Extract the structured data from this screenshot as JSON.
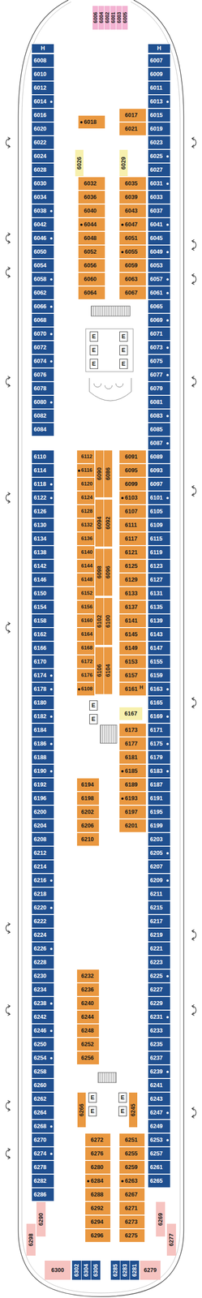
{
  "diagram": {
    "nodes": [
      {
        "text": [
          "6006"
        ]
      },
      {
        "text": [
          "6004"
        ]
      },
      {
        "text": [
          "6002"
        ]
      },
      {
        "text": [
          "6001"
        ]
      },
      {
        "text": [
          "6003"
        ]
      },
      {
        "text": [
          "6005"
        ]
      },
      {
        "text": [
          "H"
        ]
      },
      {
        "text": [
          "H"
        ]
      },
      {
        "text": [
          "6008"
        ]
      },
      {
        "text": [
          "6010"
        ]
      },
      {
        "text": [
          "6012"
        ]
      },
      {
        "text": [
          "6014"
        ]
      },
      {
        "text": [
          "6016"
        ]
      },
      {
        "text": [
          "6020"
        ]
      },
      {
        "text": [
          "6022"
        ]
      },
      {
        "text": [
          "6024"
        ]
      },
      {
        "text": [
          "6028"
        ]
      },
      {
        "text": [
          "6030"
        ]
      },
      {
        "text": [
          "6034"
        ]
      },
      {
        "text": [
          "6038"
        ]
      },
      {
        "text": [
          "6042"
        ]
      },
      {
        "text": [
          "6046"
        ]
      },
      {
        "text": [
          "6050"
        ]
      },
      {
        "text": [
          "6054"
        ]
      },
      {
        "text": [
          "6058"
        ]
      },
      {
        "text": [
          "6062"
        ]
      },
      {
        "text": [
          "6066"
        ]
      },
      {
        "text": [
          "6068"
        ]
      },
      {
        "text": [
          "6070"
        ]
      },
      {
        "text": [
          "6072"
        ]
      },
      {
        "text": [
          "6074"
        ]
      },
      {
        "text": [
          "6076"
        ]
      },
      {
        "text": [
          "6078"
        ]
      },
      {
        "text": [
          "6080"
        ]
      },
      {
        "text": [
          "6082"
        ]
      },
      {
        "text": [
          "6084"
        ]
      },
      {
        "text": [
          "6007"
        ]
      },
      {
        "text": [
          "6009"
        ]
      },
      {
        "text": [
          "6011"
        ]
      },
      {
        "text": [
          "6013"
        ]
      },
      {
        "text": [
          "6015"
        ]
      },
      {
        "text": [
          "6019"
        ]
      },
      {
        "text": [
          "6023"
        ]
      },
      {
        "text": [
          "6025"
        ]
      },
      {
        "text": [
          "6027"
        ]
      },
      {
        "text": [
          "6031"
        ]
      },
      {
        "text": [
          "6033"
        ]
      },
      {
        "text": [
          "6037"
        ]
      },
      {
        "text": [
          "6041"
        ]
      },
      {
        "text": [
          "6045"
        ]
      },
      {
        "text": [
          "6049"
        ]
      },
      {
        "text": [
          "6053"
        ]
      },
      {
        "text": [
          "6057"
        ]
      },
      {
        "text": [
          "6061"
        ]
      },
      {
        "text": [
          "6065"
        ]
      },
      {
        "text": [
          "6069"
        ]
      },
      {
        "text": [
          "6071"
        ]
      },
      {
        "text": [
          "6073"
        ]
      },
      {
        "text": [
          "6075"
        ]
      },
      {
        "text": [
          "6077"
        ]
      },
      {
        "text": [
          "6079"
        ]
      },
      {
        "text": [
          "6081"
        ]
      },
      {
        "text": [
          "6083"
        ]
      },
      {
        "text": [
          "6085"
        ]
      },
      {
        "text": [
          "6087"
        ]
      },
      {
        "text": [
          "6018"
        ]
      },
      {
        "text": [
          "6017"
        ]
      },
      {
        "text": [
          "6021"
        ]
      },
      {
        "text": [
          "6026"
        ]
      },
      {
        "text": [
          "6029"
        ]
      },
      {
        "text": [
          "6032"
        ]
      },
      {
        "text": [
          "6036"
        ]
      },
      {
        "text": [
          "6040"
        ]
      },
      {
        "text": [
          "6044"
        ]
      },
      {
        "text": [
          "6048"
        ]
      },
      {
        "text": [
          "6052"
        ]
      },
      {
        "text": [
          "6056"
        ]
      },
      {
        "text": [
          "6060"
        ]
      },
      {
        "text": [
          "6064"
        ]
      },
      {
        "text": [
          "6035"
        ]
      },
      {
        "text": [
          "6039"
        ]
      },
      {
        "text": [
          "6043"
        ]
      },
      {
        "text": [
          "6047"
        ]
      },
      {
        "text": [
          "6051"
        ]
      },
      {
        "text": [
          "6055"
        ]
      },
      {
        "text": [
          "6059"
        ]
      },
      {
        "text": [
          "6063"
        ]
      },
      {
        "text": [
          "6067"
        ]
      },
      {
        "text": [
          "E"
        ]
      },
      {
        "text": [
          "E"
        ]
      },
      {
        "text": [
          "E"
        ]
      },
      {
        "text": [
          "E"
        ]
      },
      {
        "text": [
          "E"
        ]
      },
      {
        "text": [
          "E"
        ]
      },
      {
        "text": [
          "6110"
        ]
      },
      {
        "text": [
          "6114"
        ]
      },
      {
        "text": [
          "6118"
        ]
      },
      {
        "text": [
          "6122"
        ]
      },
      {
        "text": [
          "6126"
        ]
      },
      {
        "text": [
          "6130"
        ]
      },
      {
        "text": [
          "6134"
        ]
      },
      {
        "text": [
          "6138"
        ]
      },
      {
        "text": [
          "6142"
        ]
      },
      {
        "text": [
          "6146"
        ]
      },
      {
        "text": [
          "6150"
        ]
      },
      {
        "text": [
          "6154"
        ]
      },
      {
        "text": [
          "6158"
        ]
      },
      {
        "text": [
          "6162"
        ]
      },
      {
        "text": [
          "6166"
        ]
      },
      {
        "text": [
          "6170"
        ]
      },
      {
        "text": [
          "6174"
        ]
      },
      {
        "text": [
          "6178"
        ]
      },
      {
        "text": [
          "6180"
        ]
      },
      {
        "text": [
          "6182"
        ]
      },
      {
        "text": [
          "6184"
        ]
      },
      {
        "text": [
          "6186"
        ]
      },
      {
        "text": [
          "6188"
        ]
      },
      {
        "text": [
          "6190"
        ]
      },
      {
        "text": [
          "6192"
        ]
      },
      {
        "text": [
          "6196"
        ]
      },
      {
        "text": [
          "6200"
        ]
      },
      {
        "text": [
          "6204"
        ]
      },
      {
        "text": [
          "6208"
        ]
      },
      {
        "text": [
          "6212"
        ]
      },
      {
        "text": [
          "6214"
        ]
      },
      {
        "text": [
          "6216"
        ]
      },
      {
        "text": [
          "6218"
        ]
      },
      {
        "text": [
          "6220"
        ]
      },
      {
        "text": [
          "6222"
        ]
      },
      {
        "text": [
          "6224"
        ]
      },
      {
        "text": [
          "6226"
        ]
      },
      {
        "text": [
          "6228"
        ]
      },
      {
        "text": [
          "6230"
        ]
      },
      {
        "text": [
          "6234"
        ]
      },
      {
        "text": [
          "6238"
        ]
      },
      {
        "text": [
          "6242"
        ]
      },
      {
        "text": [
          "6246"
        ]
      },
      {
        "text": [
          "6250"
        ]
      },
      {
        "text": [
          "6254"
        ]
      },
      {
        "text": [
          "6258"
        ]
      },
      {
        "text": [
          "6260"
        ]
      },
      {
        "text": [
          "6262"
        ]
      },
      {
        "text": [
          "6264"
        ]
      },
      {
        "text": [
          "6268"
        ]
      },
      {
        "text": [
          "6270"
        ]
      },
      {
        "text": [
          "6274"
        ]
      },
      {
        "text": [
          "6278"
        ]
      },
      {
        "text": [
          "6282"
        ]
      },
      {
        "text": [
          "6286"
        ]
      },
      {
        "text": [
          "6089"
        ]
      },
      {
        "text": [
          "6093"
        ]
      },
      {
        "text": [
          "6097"
        ]
      },
      {
        "text": [
          "6101"
        ]
      },
      {
        "text": [
          "6105"
        ]
      },
      {
        "text": [
          "6109"
        ]
      },
      {
        "text": [
          "6115"
        ]
      },
      {
        "text": [
          "6119"
        ]
      },
      {
        "text": [
          "6123"
        ]
      },
      {
        "text": [
          "6127"
        ]
      },
      {
        "text": [
          "6131"
        ]
      },
      {
        "text": [
          "6135"
        ]
      },
      {
        "text": [
          "6139"
        ]
      },
      {
        "text": [
          "6143"
        ]
      },
      {
        "text": [
          "6147"
        ]
      },
      {
        "text": [
          "6155"
        ]
      },
      {
        "text": [
          "6159"
        ]
      },
      {
        "text": [
          "6163"
        ]
      },
      {
        "text": [
          "6165"
        ]
      },
      {
        "text": [
          "6169"
        ]
      },
      {
        "text": [
          "6171"
        ]
      },
      {
        "text": [
          "6175"
        ]
      },
      {
        "text": [
          "6179"
        ]
      },
      {
        "text": [
          "6183"
        ]
      },
      {
        "text": [
          "6187"
        ]
      },
      {
        "text": [
          "6191"
        ]
      },
      {
        "text": [
          "6195"
        ]
      },
      {
        "text": [
          "6199"
        ]
      },
      {
        "text": [
          "6203"
        ]
      },
      {
        "text": [
          "6205"
        ]
      },
      {
        "text": [
          "6207"
        ]
      },
      {
        "text": [
          "6209"
        ]
      },
      {
        "text": [
          "6211"
        ]
      },
      {
        "text": [
          "6215"
        ]
      },
      {
        "text": [
          "6217"
        ]
      },
      {
        "text": [
          "6219"
        ]
      },
      {
        "text": [
          "6221"
        ]
      },
      {
        "text": [
          "6223"
        ]
      },
      {
        "text": [
          "6225"
        ]
      },
      {
        "text": [
          "6227"
        ]
      },
      {
        "text": [
          "6229"
        ]
      },
      {
        "text": [
          "6231"
        ]
      },
      {
        "text": [
          "6233"
        ]
      },
      {
        "text": [
          "6235"
        ]
      },
      {
        "text": [
          "6237"
        ]
      },
      {
        "text": [
          "6239"
        ]
      },
      {
        "text": [
          "6241"
        ]
      },
      {
        "text": [
          "6243"
        ]
      },
      {
        "text": [
          "6247"
        ]
      },
      {
        "text": [
          "6249"
        ]
      },
      {
        "text": [
          "6253"
        ]
      },
      {
        "text": [
          "6257"
        ]
      },
      {
        "text": [
          "6261"
        ]
      },
      {
        "text": [
          "6265"
        ]
      },
      {
        "text": [
          "6112"
        ]
      },
      {
        "text": [
          "6116"
        ]
      },
      {
        "text": [
          "6120"
        ]
      },
      {
        "text": [
          "6124"
        ]
      },
      {
        "text": [
          "6128"
        ]
      },
      {
        "text": [
          "6132"
        ]
      },
      {
        "text": [
          "6136"
        ]
      },
      {
        "text": [
          "6140"
        ]
      },
      {
        "text": [
          "6144"
        ]
      },
      {
        "text": [
          "6148"
        ]
      },
      {
        "text": [
          "6152"
        ]
      },
      {
        "text": [
          "6156"
        ]
      },
      {
        "text": [
          "6160"
        ]
      },
      {
        "text": [
          "6164"
        ]
      },
      {
        "text": [
          "6168"
        ]
      },
      {
        "text": [
          "6172"
        ]
      },
      {
        "text": [
          "6176"
        ]
      },
      {
        "text": [
          "6108"
        ]
      },
      {
        "text": [
          "6090"
        ]
      },
      {
        "text": [
          "6086"
        ]
      },
      {
        "text": [
          "6094"
        ]
      },
      {
        "text": [
          "6092"
        ]
      },
      {
        "text": [
          "6098"
        ]
      },
      {
        "text": [
          "6096"
        ]
      },
      {
        "text": [
          "6102"
        ]
      },
      {
        "text": [
          "6100"
        ]
      },
      {
        "text": [
          "6106"
        ]
      },
      {
        "text": [
          "6104"
        ]
      },
      {
        "text": [
          "6091"
        ]
      },
      {
        "text": [
          "6095"
        ]
      },
      {
        "text": [
          "6099"
        ]
      },
      {
        "text": [
          "6103"
        ]
      },
      {
        "text": [
          "6107"
        ]
      },
      {
        "text": [
          "6111"
        ]
      },
      {
        "text": [
          "6117"
        ]
      },
      {
        "text": [
          "6121"
        ]
      },
      {
        "text": [
          "6125"
        ]
      },
      {
        "text": [
          "6129"
        ]
      },
      {
        "text": [
          "6133"
        ]
      },
      {
        "text": [
          "6137"
        ]
      },
      {
        "text": [
          "6141"
        ]
      },
      {
        "text": [
          "6145"
        ]
      },
      {
        "text": [
          "6149"
        ]
      },
      {
        "text": [
          "6153"
        ]
      },
      {
        "text": [
          "6157"
        ]
      },
      {
        "text": [
          "6161"
        ]
      },
      {
        "text": [
          "E"
        ]
      },
      {
        "text": [
          "E"
        ]
      },
      {
        "text": [
          "6167"
        ]
      },
      {
        "text": [
          "6173"
        ]
      },
      {
        "text": [
          "6177"
        ]
      },
      {
        "text": [
          "6181"
        ]
      },
      {
        "text": [
          "6185"
        ]
      },
      {
        "text": [
          "6189"
        ]
      },
      {
        "text": [
          "6193"
        ]
      },
      {
        "text": [
          "6197"
        ]
      },
      {
        "text": [
          "6201"
        ]
      },
      {
        "text": [
          "6194"
        ]
      },
      {
        "text": [
          "6198"
        ]
      },
      {
        "text": [
          "6202"
        ]
      },
      {
        "text": [
          "6206"
        ]
      },
      {
        "text": [
          "6210"
        ]
      },
      {
        "text": [
          "6232"
        ]
      },
      {
        "text": [
          "6236"
        ]
      },
      {
        "text": [
          "6240"
        ]
      },
      {
        "text": [
          "6244"
        ]
      },
      {
        "text": [
          "6248"
        ]
      },
      {
        "text": [
          "6252"
        ]
      },
      {
        "text": [
          "6256"
        ]
      },
      {
        "text": [
          "6266"
        ]
      },
      {
        "text": [
          "E"
        ]
      },
      {
        "text": [
          "E"
        ]
      },
      {
        "text": [
          "E"
        ]
      },
      {
        "text": [
          "E"
        ]
      },
      {
        "text": [
          "6245"
        ]
      },
      {
        "text": [
          "6272"
        ]
      },
      {
        "text": [
          "6276"
        ]
      },
      {
        "text": [
          "6280"
        ]
      },
      {
        "text": [
          "6284"
        ]
      },
      {
        "text": [
          "6288"
        ]
      },
      {
        "text": [
          "6292"
        ]
      },
      {
        "text": [
          "6294"
        ]
      },
      {
        "text": [
          "6296"
        ]
      },
      {
        "text": [
          "6251"
        ]
      },
      {
        "text": [
          "6255"
        ]
      },
      {
        "text": [
          "6259"
        ]
      },
      {
        "text": [
          "6263"
        ]
      },
      {
        "text": [
          "6267"
        ]
      },
      {
        "text": [
          "6271"
        ]
      },
      {
        "text": [
          "6273"
        ]
      },
      {
        "text": [
          "6275"
        ]
      },
      {
        "text": [
          "6290"
        ]
      },
      {
        "text": [
          "6269"
        ]
      },
      {
        "text": [
          "6298"
        ]
      },
      {
        "text": [
          "6277"
        ]
      },
      {
        "text": [
          "6300"
        ]
      },
      {
        "text": [
          "6302"
        ]
      },
      {
        "text": [
          "6304"
        ]
      },
      {
        "text": [
          "6306"
        ]
      },
      {
        "text": [
          "6285"
        ]
      },
      {
        "text": [
          "6283"
        ]
      },
      {
        "text": [
          "6281"
        ]
      },
      {
        "text": [
          "6279"
        ]
      }
    ],
    "labels": [
      "H"
    ]
  }
}
